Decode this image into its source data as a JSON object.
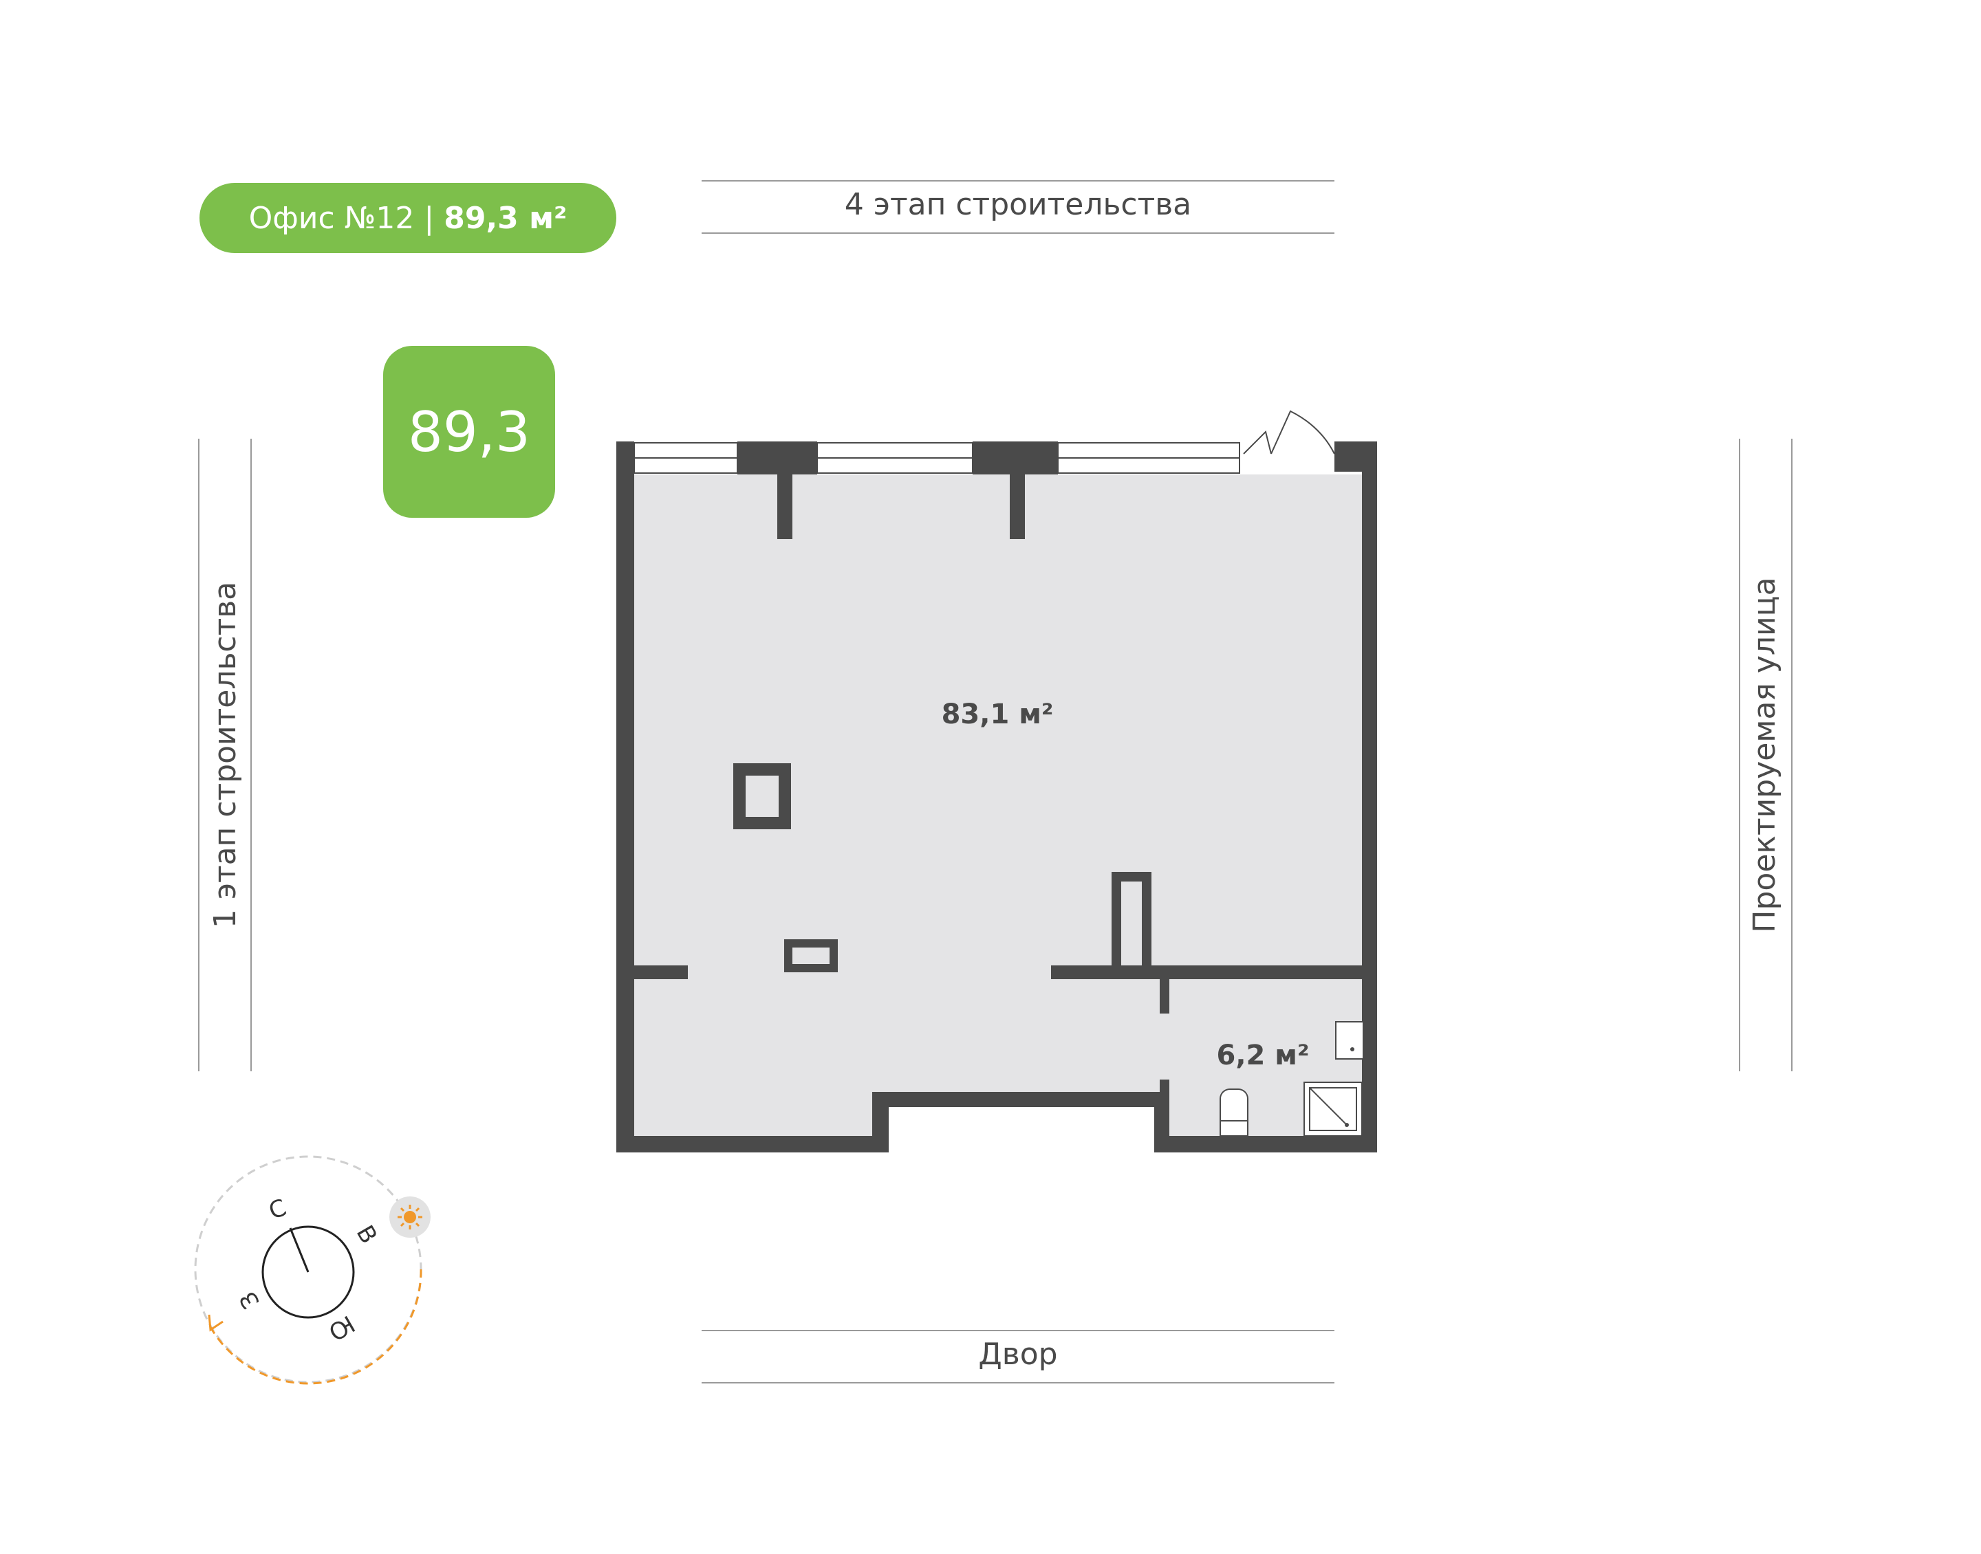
{
  "header": {
    "office_label": "Офис №12",
    "separator": "|",
    "office_area": "89,3 м²"
  },
  "badge": {
    "value": "89,3"
  },
  "sides": {
    "top": "4 этап строительства",
    "bottom": "Двор",
    "left": "1 этап строительства",
    "right": "Проектируемая улица"
  },
  "rooms": [
    {
      "name": "main-room",
      "area": "83,1 м²"
    },
    {
      "name": "bathroom",
      "area": "6,2 м²"
    }
  ],
  "compass": {
    "north": "С",
    "east": "В",
    "south": "Ю",
    "west": "З",
    "sun_icon": "sun-icon"
  },
  "colors": {
    "accent": "#7dbf4b",
    "wall": "#4a4a4a",
    "floor": "#e4e4e6",
    "sun_path": "#f0982a"
  }
}
